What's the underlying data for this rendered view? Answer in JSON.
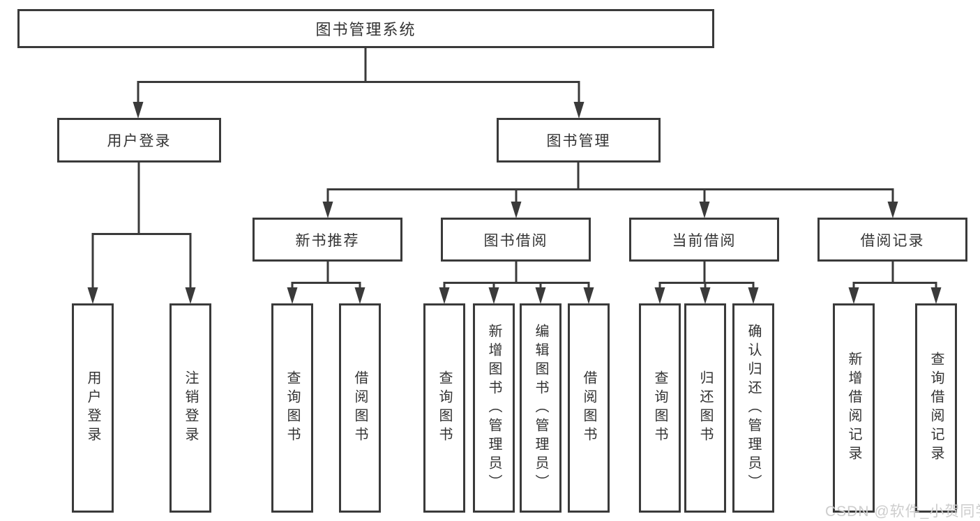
{
  "nodes": {
    "root": "图书管理系统",
    "user_login": "用户登录",
    "book_mgmt": "图书管理",
    "user_login_leaf": "用户登录",
    "logout_leaf": "注销登录",
    "new_book_rec": "新书推荐",
    "book_borrow": "图书借阅",
    "current_borrow": "当前借阅",
    "borrow_records": "借阅记录",
    "nb_query": "查询图书",
    "nb_borrow": "借阅图书",
    "bb_query": "查询图书",
    "bb_add": "新增图书（管理员）",
    "bb_edit": "编辑图书（管理员）",
    "bb_borrow": "借阅图书",
    "cb_query": "查询图书",
    "cb_return": "归还图书",
    "cb_confirm": "确认归还（管理员）",
    "br_add": "新增借阅记录",
    "br_query": "查询借阅记录"
  },
  "watermark": {
    "text": "CSDN @软件_小贺同学"
  },
  "colors": {
    "line": "#3a3a3a",
    "text": "#333333",
    "background": "#ffffff",
    "watermark": "#cdcdcd"
  }
}
